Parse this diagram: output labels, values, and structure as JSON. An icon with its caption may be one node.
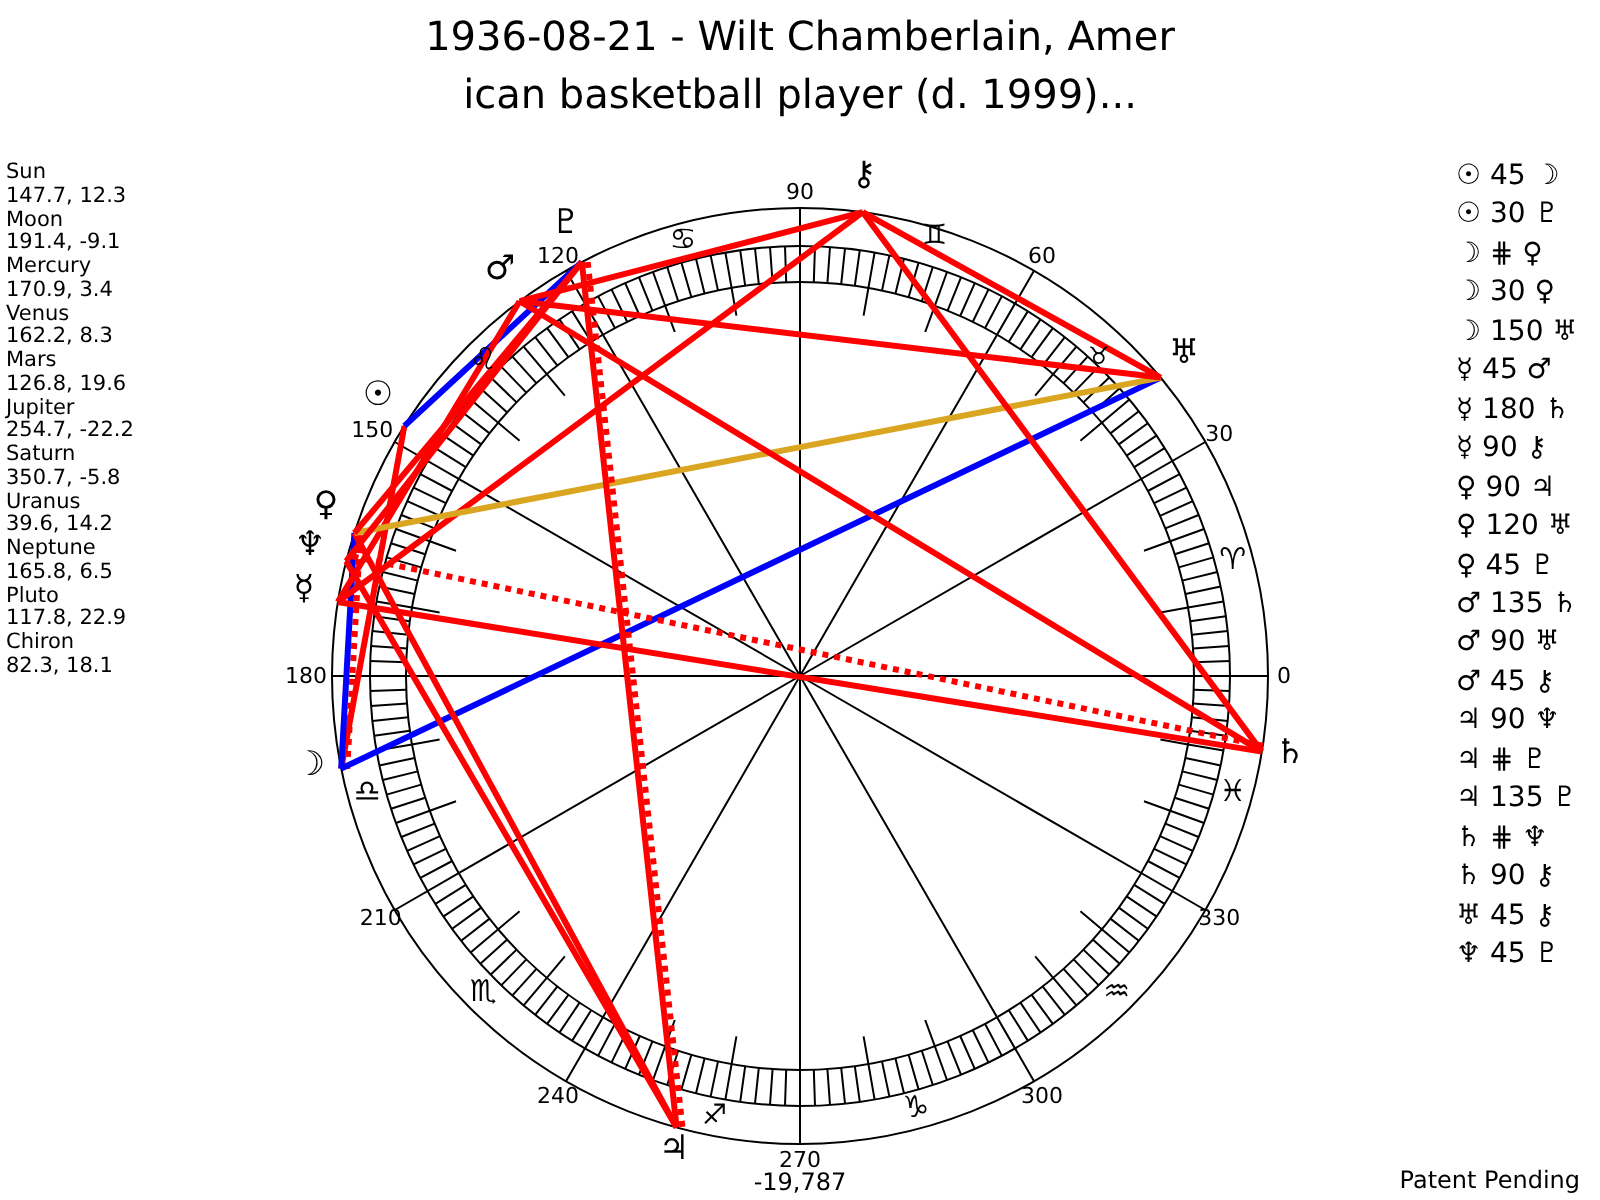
{
  "diagram": {
    "title": "1936-08-21 - Wilt Chamberlain, American basketball player (d. 1999)...",
    "nodes": [
      {
        "text": [
          "☉"
        ]
      },
      {
        "text": [
          "☽"
        ]
      },
      {
        "text": [
          "☿"
        ]
      },
      {
        "text": [
          "♀"
        ]
      },
      {
        "text": [
          "♂"
        ]
      },
      {
        "text": [
          "♃"
        ]
      },
      {
        "text": [
          "♄"
        ]
      },
      {
        "text": [
          "♅"
        ]
      },
      {
        "text": [
          "♆"
        ]
      },
      {
        "text": [
          "♇"
        ]
      },
      {
        "text": [
          "⚷"
        ]
      }
    ],
    "edges": [
      {
        "from": 0,
        "to": 1,
        "arrow": "none"
      },
      {
        "from": 0,
        "to": 9,
        "arrow": "none",
        "color": "#0000ff"
      },
      {
        "from": 1,
        "to": 3,
        "arrow": "none",
        "style": "dashed"
      },
      {
        "from": 1,
        "to": 3,
        "arrow": "none",
        "color": "#0000ff"
      },
      {
        "from": 1,
        "to": 7,
        "arrow": "none",
        "color": "#0000ff"
      },
      {
        "from": 2,
        "to": 4,
        "arrow": "none"
      },
      {
        "from": 2,
        "to": 6,
        "arrow": "none"
      },
      {
        "from": 2,
        "to": 10,
        "arrow": "none"
      },
      {
        "from": 3,
        "to": 5,
        "arrow": "none"
      },
      {
        "from": 3,
        "to": 7,
        "arrow": "none",
        "color": "#daa520"
      },
      {
        "from": 3,
        "to": 9,
        "arrow": "none"
      },
      {
        "from": 4,
        "to": 6,
        "arrow": "none"
      },
      {
        "from": 4,
        "to": 7,
        "arrow": "none"
      },
      {
        "from": 4,
        "to": 10,
        "arrow": "none"
      },
      {
        "from": 5,
        "to": 8,
        "arrow": "none"
      },
      {
        "from": 5,
        "to": 9,
        "arrow": "none",
        "style": "dashed"
      },
      {
        "from": 5,
        "to": 9,
        "arrow": "none"
      },
      {
        "from": 6,
        "to": 8,
        "arrow": "none",
        "style": "dashed"
      },
      {
        "from": 6,
        "to": 10,
        "arrow": "none"
      },
      {
        "from": 7,
        "to": 10,
        "arrow": "none"
      },
      {
        "from": 8,
        "to": 9,
        "arrow": "none"
      }
    ],
    "labels": [
      "Sun",
      "147.7, 12.3",
      "Moon",
      "191.4, -9.1",
      "Mercury",
      "170.9, 3.4",
      "Venus",
      "162.2, 8.3",
      "Mars",
      "126.8, 19.6",
      "Jupiter",
      "254.7, -22.2",
      "Saturn",
      "350.7, -5.8",
      "Uranus",
      "39.6, 14.2",
      "Neptune",
      "165.8, 6.5",
      "Pluto",
      "117.8, 22.9",
      "Chiron",
      "82.3, 18.1",
      "☉ 45 ☽",
      "☉ 30 ♇",
      "☽ ⋕ ♀",
      "☽ 30 ♀",
      "☽ 150 ♅",
      "☿ 45 ♂",
      "☿ 180 ♄",
      "☿ 90 ⚷",
      "♀ 90 ♃",
      "♀ 120 ♅",
      "♀ 45 ♇",
      "♂ 135 ♄",
      "♂ 90 ♅",
      "♂ 45 ⚷",
      "♃ 90 ♆",
      "♃ ⋕ ♇",
      "♃ 135 ♇",
      "♄ ⋕ ♆",
      "♄ 90 ⚷",
      "♅ 45 ⚷",
      "♆ 45 ♇",
      "90",
      "120",
      "60",
      "150",
      "30",
      "180",
      "0",
      "210",
      "330",
      "240",
      "300",
      "270",
      "♋",
      "♊",
      "♌",
      "♉",
      "♈",
      "♎",
      "♓",
      "♏",
      "♒",
      "♐",
      "♑",
      "-19,787",
      "Patent Pending"
    ]
  }
}
